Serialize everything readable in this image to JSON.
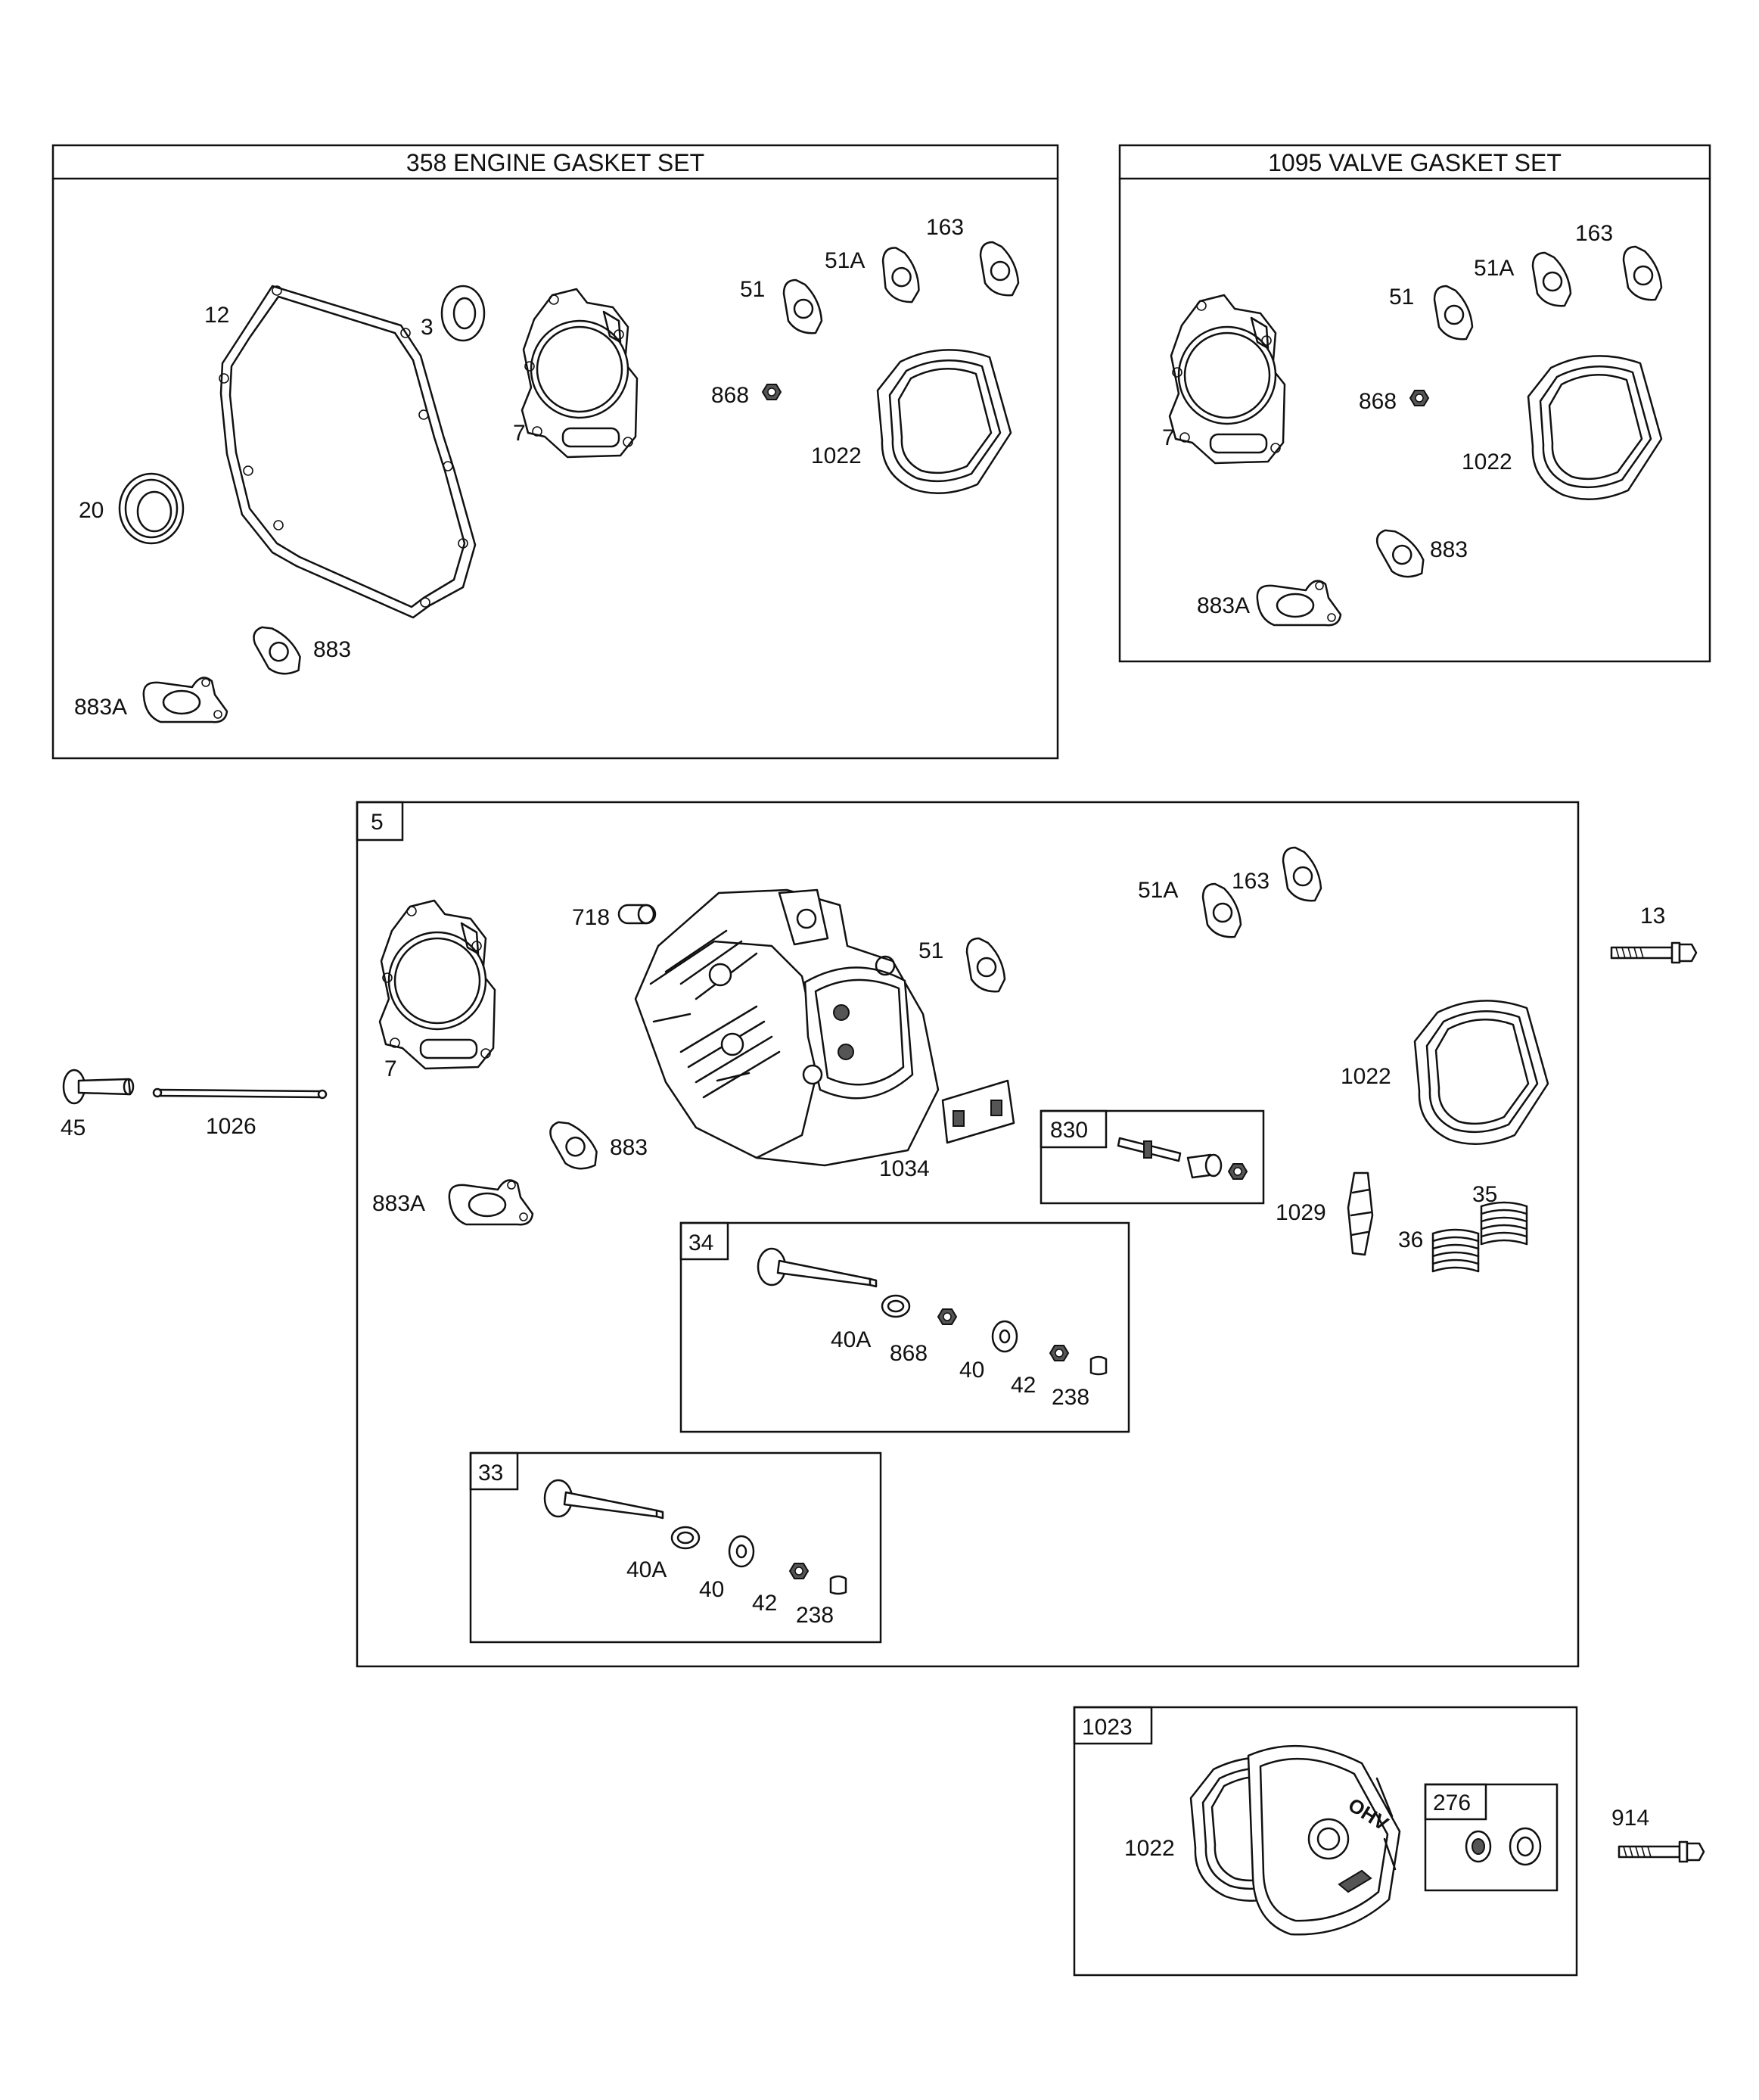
{
  "boxes": {
    "engine_gasket_set": {
      "title": "358 ENGINE GASKET SET"
    },
    "valve_gasket_set": {
      "title": "1095 VALVE GASKET SET"
    },
    "cylinder_head": {
      "tag": "5"
    },
    "nut_stud": {
      "tag": "830"
    },
    "exhaust_valve": {
      "tag": "34"
    },
    "intake_valve": {
      "tag": "33"
    },
    "valve_cover": {
      "tag": "1023"
    },
    "grommet_kit": {
      "tag": "276"
    }
  },
  "labels": {
    "egs": {
      "p12": "12",
      "p3": "3",
      "p7": "7",
      "p51": "51",
      "p51a": "51A",
      "p163": "163",
      "p868": "868",
      "p1022": "1022",
      "p20": "20",
      "p883": "883",
      "p883a": "883A"
    },
    "vgs": {
      "p163": "163",
      "p51a": "51A",
      "p51": "51",
      "p7": "7",
      "p868": "868",
      "p1022": "1022",
      "p883": "883",
      "p883a": "883A"
    },
    "head": {
      "p718": "718",
      "p51": "51",
      "p51a": "51A",
      "p163": "163",
      "p7": "7",
      "p883": "883",
      "p883a": "883A",
      "p1034": "1034",
      "p1022": "1022",
      "p1029": "1029",
      "p35": "35",
      "p36": "36"
    },
    "v34": {
      "p40a": "40A",
      "p868": "868",
      "p40": "40",
      "p42": "42",
      "p238": "238"
    },
    "v33": {
      "p40a": "40A",
      "p40": "40",
      "p42": "42",
      "p238": "238"
    },
    "outside": {
      "p45": "45",
      "p1026": "1026",
      "p13": "13",
      "p914": "914"
    },
    "cover": {
      "p1022": "1022"
    }
  },
  "cover_stamp": "OHV"
}
